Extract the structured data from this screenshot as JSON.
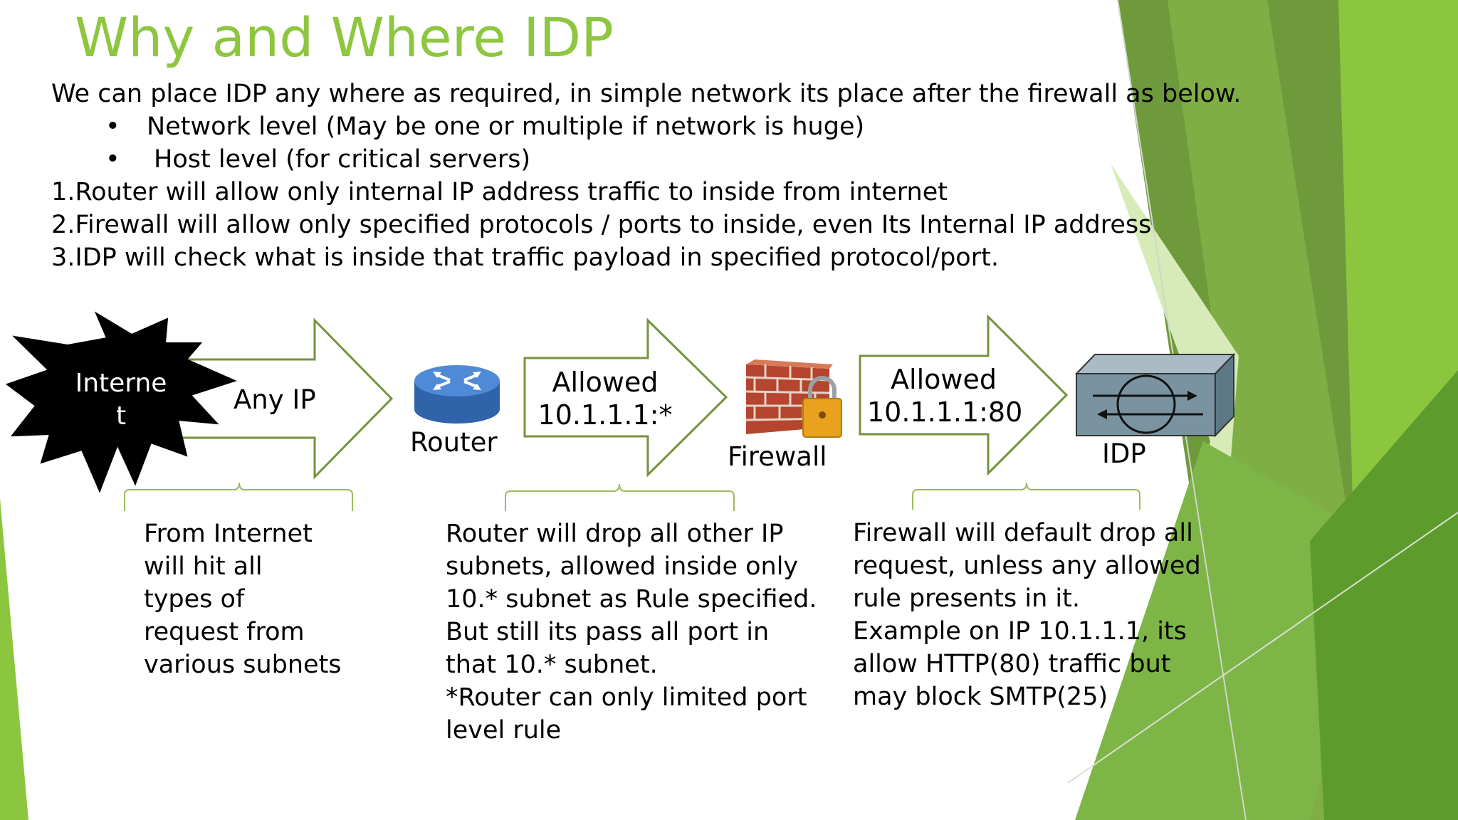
{
  "slide": {
    "title": "Why and Where IDP",
    "intro": "We can place IDP any where as required, in simple network its place after the firewall as below.",
    "bullets": [
      "Network level (May be one or multiple if network is huge)",
      "Host level  (for critical servers)"
    ],
    "bullet_symbol": "•",
    "points": [
      "1.Router will allow only internal IP address traffic to inside from internet",
      "2.Firewall will allow only specified protocols / ports to inside, even Its Internal IP address",
      "3.IDP will check what is inside that traffic payload in specified protocol/port."
    ]
  },
  "diagram": {
    "internet_label": [
      "Interne",
      "t"
    ],
    "arrow1_label": "Any IP",
    "router_label": "Router",
    "arrow2_label": [
      "Allowed",
      "10.1.1.1:*"
    ],
    "firewall_label": "Firewall",
    "arrow3_label": [
      "Allowed",
      "10.1.1.1:80"
    ],
    "idp_label": "IDP",
    "desc_internet": [
      "From Internet",
      "will hit all",
      "types of",
      "request from",
      "various subnets"
    ],
    "desc_router": [
      "Router will drop all other IP",
      "subnets, allowed inside only",
      "10.* subnet as Rule specified.",
      "But still its pass all port in",
      "that 10.* subnet.",
      "*Router can only limited port",
      "level rule"
    ],
    "desc_firewall": [
      "Firewall will default drop all",
      "request, unless any allowed",
      "rule presents in it.",
      "Example on IP 10.1.1.1, its",
      "allow HTTP(80) traffic but",
      "may block SMTP(25)"
    ]
  },
  "colors": {
    "title": "#8dc63f",
    "arrow_outline": "#76923c",
    "brace": "#9bbb59",
    "green_dark": "#5a9a2a",
    "green_light": "#c8e6a0",
    "router_blue": "#3b78c4",
    "idp_gray": "#7a93a0"
  }
}
